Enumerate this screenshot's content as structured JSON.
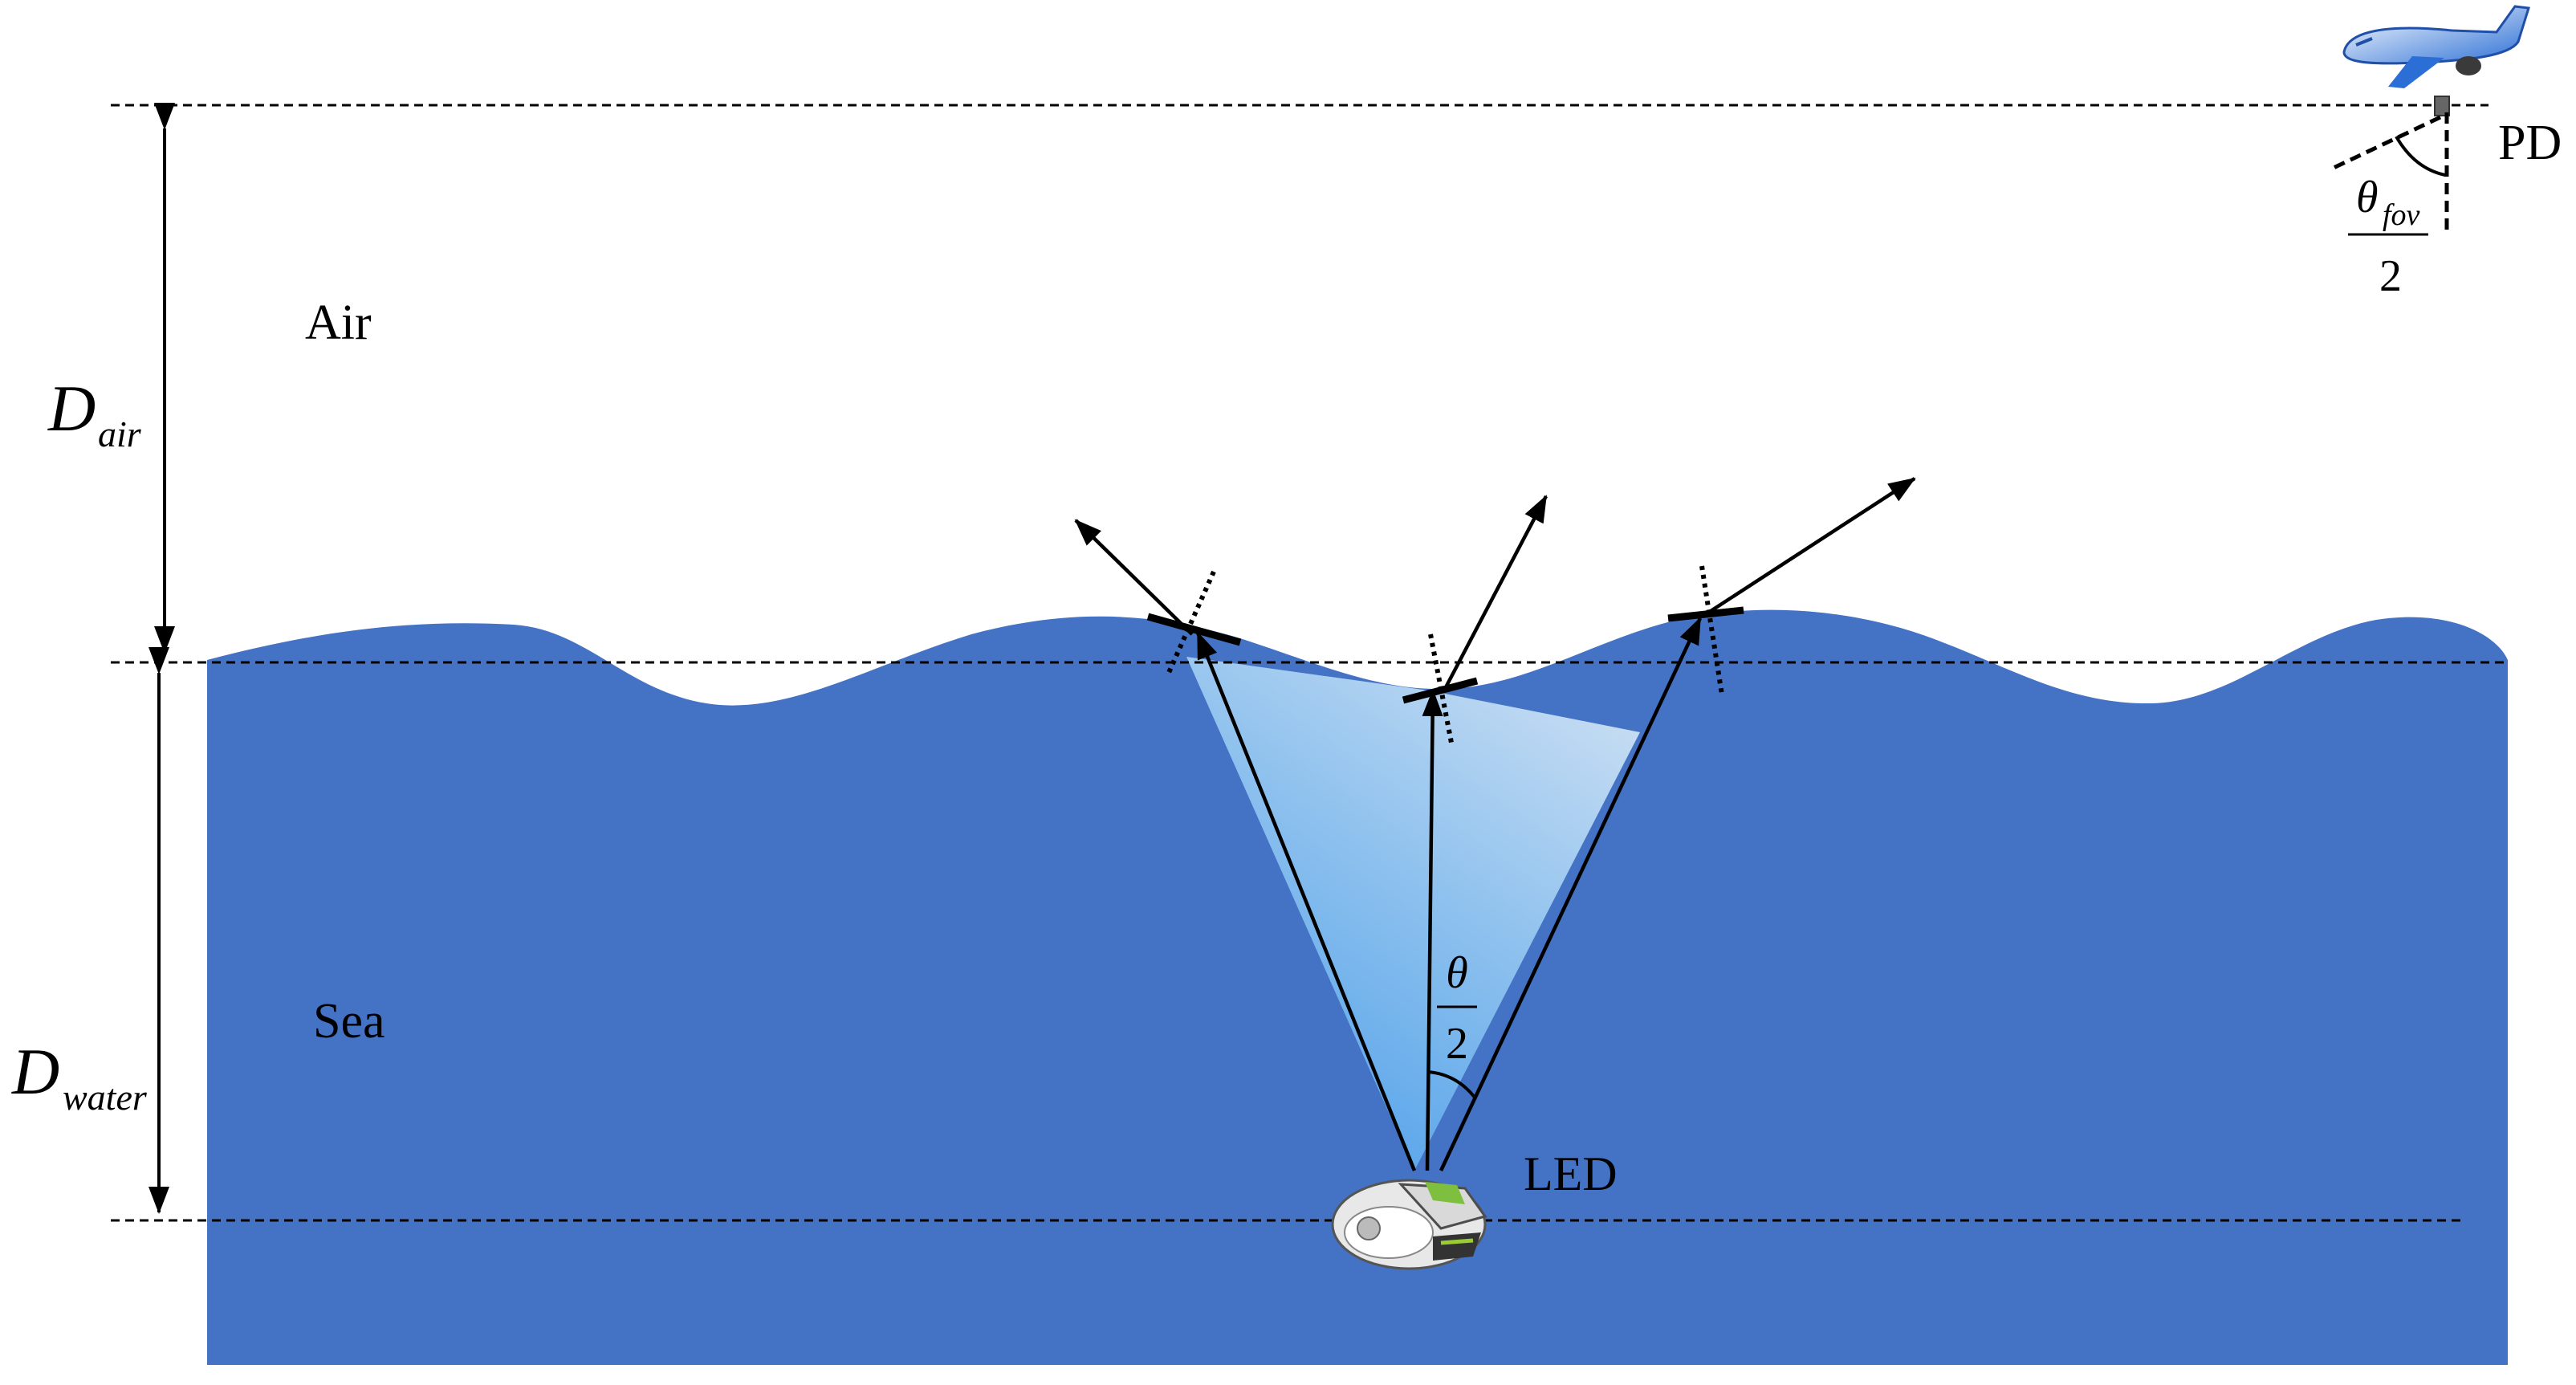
{
  "labels": {
    "air": "Air",
    "sea": "Sea",
    "led": "LED",
    "pd": "PD",
    "d_air": {
      "main": "D",
      "sub": "air"
    },
    "d_water": {
      "main": "D",
      "sub": "water"
    },
    "half_angle": {
      "numerator": "θ",
      "denominator": "2"
    },
    "fov": {
      "numerator": "θ",
      "sub": "fov",
      "denominator": "2"
    }
  },
  "colors": {
    "sea": "#4472C4",
    "beam_light": "#BDD7EE",
    "beam_bright": "#5BA3E6",
    "lines": "#000000"
  },
  "icons": {
    "transmitter": "underwater-vehicle-icon",
    "receiver": "airplane-icon"
  }
}
